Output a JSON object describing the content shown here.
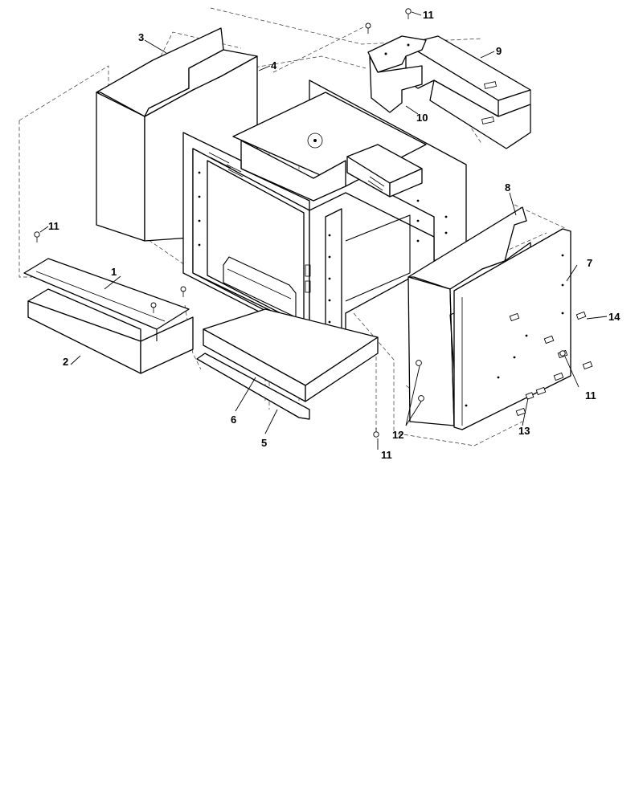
{
  "callouts": [
    {
      "id": "c1",
      "label": "1"
    },
    {
      "id": "c2",
      "label": "2"
    },
    {
      "id": "c3",
      "label": "3"
    },
    {
      "id": "c4",
      "label": "4"
    },
    {
      "id": "c5",
      "label": "5"
    },
    {
      "id": "c6",
      "label": "6"
    },
    {
      "id": "c7",
      "label": "7"
    },
    {
      "id": "c8",
      "label": "8"
    },
    {
      "id": "c9",
      "label": "9"
    },
    {
      "id": "c10",
      "label": "10"
    },
    {
      "id": "c11a",
      "label": "11"
    },
    {
      "id": "c11b",
      "label": "11"
    },
    {
      "id": "c11c",
      "label": "11"
    },
    {
      "id": "c11d",
      "label": "11"
    },
    {
      "id": "c12",
      "label": "12"
    },
    {
      "id": "c13",
      "label": "13"
    },
    {
      "id": "c14",
      "label": "14"
    }
  ]
}
